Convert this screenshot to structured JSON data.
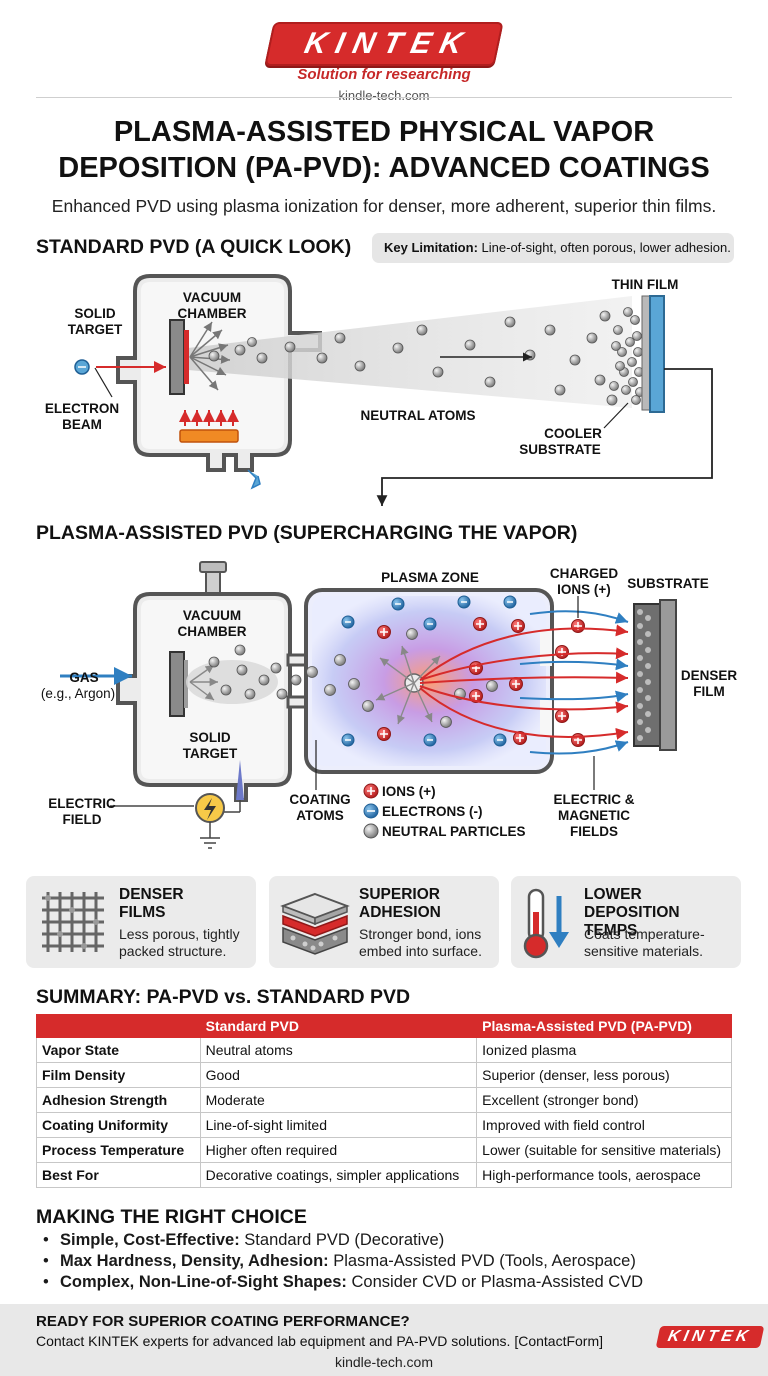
{
  "header": {
    "brand": "KINTEK",
    "tagline": "Solution for researching",
    "site": "kindle-tech.com"
  },
  "title_line1": "PLASMA-ASSISTED PHYSICAL VAPOR",
  "title_line2": "DEPOSITION (PA-PVD): ADVANCED COATINGS",
  "subtitle": "Enhanced PVD using plasma ionization for denser, more adherent, superior thin films.",
  "standard": {
    "heading": "STANDARD PVD (A QUICK LOOK)",
    "key_label": "Key Limitation:",
    "key_text": "Line-of-sight, often porous, lower adhesion.",
    "labels": {
      "solid_target_1": "SOLID",
      "solid_target_2": "TARGET",
      "vacuum_1": "VACUUM",
      "vacuum_2": "CHAMBER",
      "electron_1": "ELECTRON",
      "electron_2": "BEAM",
      "neutral": "NEUTRAL ATOMS",
      "thin_film": "THIN FILM",
      "cooler_1": "COOLER",
      "cooler_2": "SUBSTRATE"
    }
  },
  "plasma": {
    "heading": "PLASMA-ASSISTED PVD (SUPERCHARGING THE VAPOR)",
    "labels": {
      "vacuum_1": "VACUUM",
      "vacuum_2": "CHAMBER",
      "plasma_zone": "PLASMA ZONE",
      "charged_1": "CHARGED",
      "charged_2": "IONS (+)",
      "substrate": "SUBSTRATE",
      "denser_1": "DENSER",
      "denser_2": "FILM",
      "gas_1": "GAS",
      "gas_2": "(e.g., Argon)",
      "solid_1": "SOLID",
      "solid_2": "TARGET",
      "electric_1": "ELECTRIC",
      "electric_2": "FIELD",
      "coating_1": "COATING",
      "coating_2": "ATOMS",
      "fields_1": "ELECTRIC &",
      "fields_2": "MAGNETIC",
      "fields_3": "FIELDS"
    },
    "legend": {
      "ions": "IONS (+)",
      "electrons": "ELECTRONS (-)",
      "neutral": "NEUTRAL PARTICLES"
    }
  },
  "cards": [
    {
      "title_1": "DENSER",
      "title_2": "FILMS",
      "desc_1": "Less porous, tightly",
      "desc_2": "packed structure.",
      "icon": "mesh-icon"
    },
    {
      "title_1": "SUPERIOR",
      "title_2": "ADHESION",
      "desc_1": "Stronger bond, ions",
      "desc_2": "embed into surface.",
      "icon": "layers-icon"
    },
    {
      "title_1": "LOWER DEPOSITION",
      "title_2": "TEMPS",
      "desc_1": "Coats temperature-",
      "desc_2": "sensitive materials.",
      "icon": "thermometer-icon"
    }
  ],
  "summary": {
    "heading": "SUMMARY: PA-PVD vs. STANDARD PVD",
    "columns": [
      "",
      "Standard PVD",
      "Plasma-Assisted PVD (PA-PVD)"
    ],
    "rows": [
      {
        "label": "Vapor State",
        "standard": "Neutral atoms",
        "plasma": "Ionized plasma"
      },
      {
        "label": "Film Density",
        "standard": "Good",
        "plasma": "Superior (denser, less porous)"
      },
      {
        "label": "Adhesion Strength",
        "standard": "Moderate",
        "plasma": "Excellent (stronger bond)"
      },
      {
        "label": "Coating Uniformity",
        "standard": "Line-of-sight limited",
        "plasma": "Improved with field control"
      },
      {
        "label": "Process Temperature",
        "standard": "Higher often required",
        "plasma": "Lower (suitable for sensitive materials)"
      },
      {
        "label": "Best For",
        "standard": "Decorative coatings, simpler applications",
        "plasma": "High-performance tools, aerospace"
      }
    ]
  },
  "choice": {
    "heading": "MAKING THE RIGHT CHOICE",
    "items": [
      {
        "bold": "Simple, Cost-Effective:",
        "text": " Standard PVD (Decorative)"
      },
      {
        "bold": "Max Hardness, Density, Adhesion:",
        "text": " Plasma-Assisted PVD (Tools, Aerospace)"
      },
      {
        "bold": "Complex, Non-Line-of-Sight Shapes:",
        "text": " Consider CVD or Plasma-Assisted CVD"
      }
    ]
  },
  "footer": {
    "heading": "READY FOR SUPERIOR COATING PERFORMANCE?",
    "text": "Contact KINTEK experts for advanced lab equipment and PA-PVD solutions. [ContactForm]",
    "site": "kindle-tech.com",
    "brand": "KINTEK"
  },
  "colors": {
    "brand_red": "#d62b2b",
    "ion_red": "#d62b2b",
    "electron_blue": "#2f7fc1",
    "gray_panel": "#ebebeb"
  }
}
